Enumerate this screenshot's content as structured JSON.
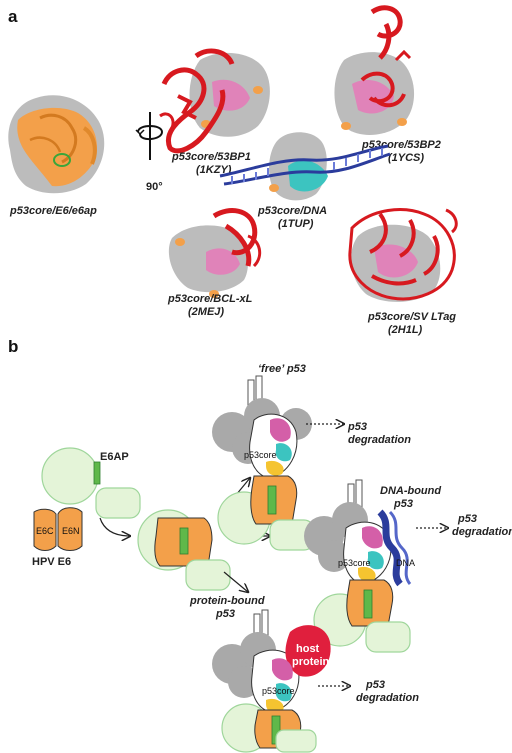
{
  "panel_a": {
    "letter": "a",
    "rotation": "90°",
    "complexes": [
      {
        "name": "p53core/E6/e6ap"
      },
      {
        "name": "p53core/53BP1",
        "pdb": "(1KZY)"
      },
      {
        "name": "p53core/53BP2",
        "pdb": "(1YCS)"
      },
      {
        "name": "p53core/DNA",
        "pdb": "(1TUP)"
      },
      {
        "name": "p53core/BCL-xL",
        "pdb": "(2MEJ)"
      },
      {
        "name": "p53core/SV LTag",
        "pdb": "(2H1L)"
      }
    ]
  },
  "panel_b": {
    "letter": "b",
    "e6ap": "E6AP",
    "e6c": "E6C",
    "e6n": "E6N",
    "hpv_e6": "HPV E6",
    "free_p53": "‘free’ p53",
    "dna_bound": [
      "DNA-bound",
      "p53"
    ],
    "protein_bound": [
      "protein-bound",
      "p53"
    ],
    "core_label": "p53core",
    "dna_label": "DNA",
    "host_protein": [
      "host",
      "protein"
    ],
    "degradation": [
      "p53",
      "degradation"
    ]
  },
  "colors": {
    "red": "#d7191f",
    "orange": "#f3a04a",
    "grey": "#bcbcbc",
    "pink": "#e083b9",
    "cyan": "#3cc4c0",
    "blue": "#2b3c9c",
    "green_fill": "#e4f4d8",
    "green_edge": "#9fd69b"
  }
}
